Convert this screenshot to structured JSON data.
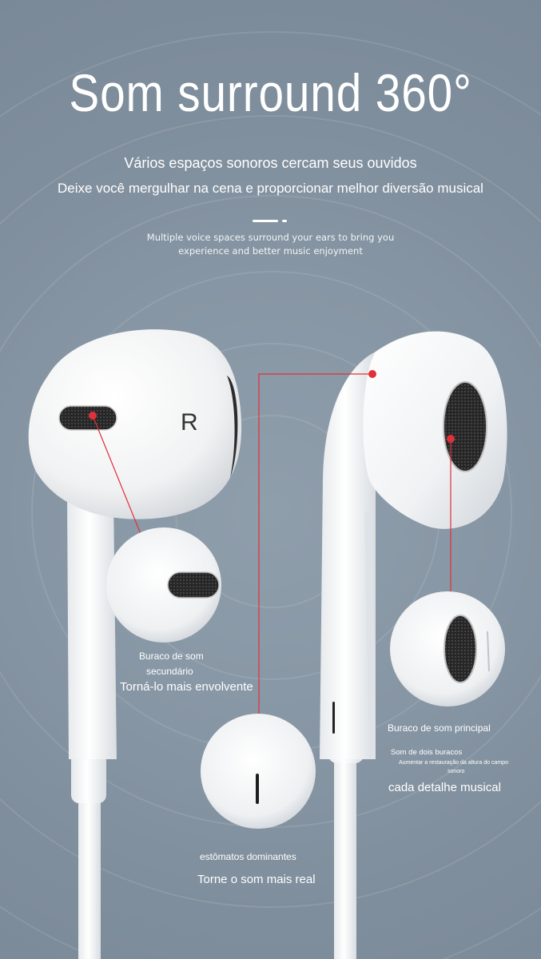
{
  "header": {
    "title": "Som surround 360°",
    "subtitle_line1": "Vários espaços sonoros cercam seus ouvidos",
    "subtitle_line2": "Deixe você mergulhar na cena e proporcionar melhor diversão musical",
    "english_line1": "Multiple voice spaces surround your ears to bring you",
    "english_line2": "experience and better music enjoyment"
  },
  "earbud": {
    "side_letter": "R"
  },
  "callouts": {
    "secondary": {
      "title_line1": "Buraco de som",
      "title_line2": "secundário",
      "caption": "Torná-lo mais envolvente"
    },
    "main": {
      "title": "Buraco de som principal",
      "line2": "Som de dois buracos",
      "line3": "Aumentar a restauração da altura do campo",
      "line4": "sonoro",
      "caption": "cada detalhe musical"
    },
    "dominant": {
      "title": "estômatos dominantes",
      "caption": "Torne o som mais real"
    }
  },
  "colors": {
    "background": "#8a9aa8",
    "accent_red": "#e0303a",
    "earbud_white": "#f7f7f7",
    "mesh_dark": "#2a2a2a"
  }
}
